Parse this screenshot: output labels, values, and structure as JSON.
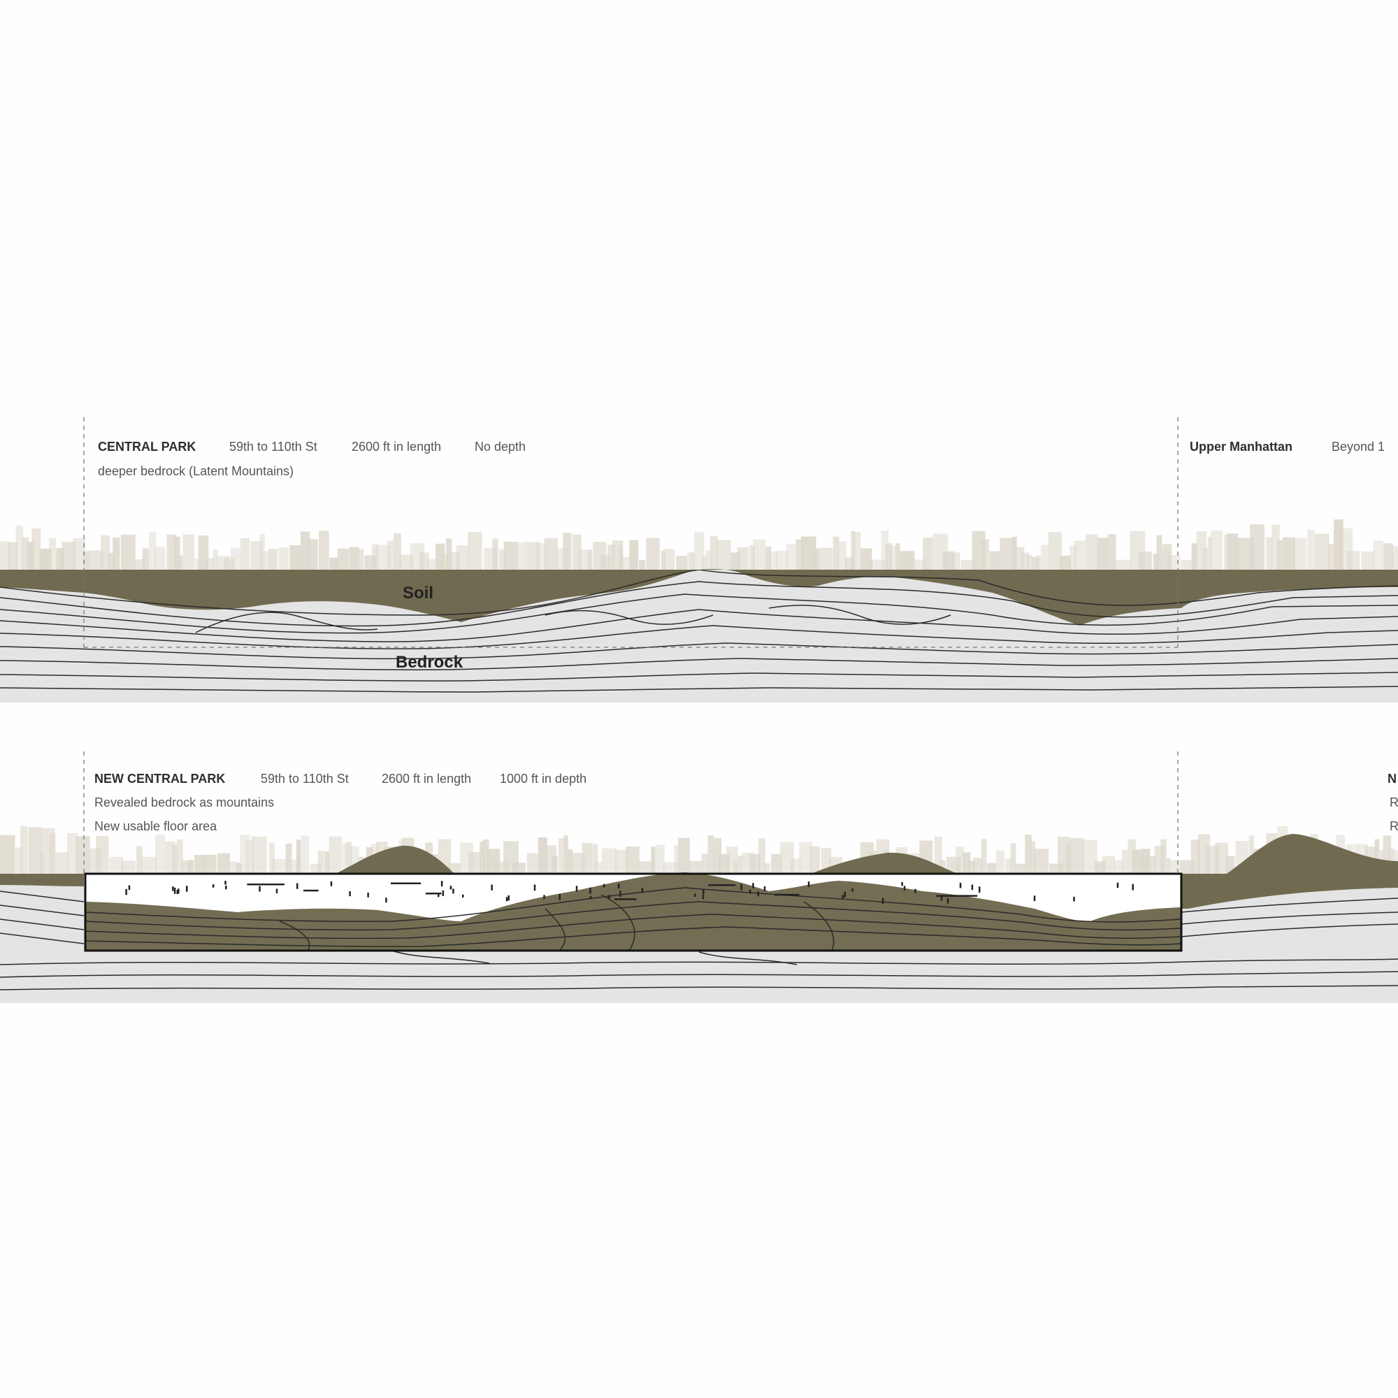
{
  "colors": {
    "soil": "#706a50",
    "bedrock": "#e4e4e4",
    "skyline": "#ddd8cc",
    "strata_line": "#2a2a2a",
    "background": "#fefefe"
  },
  "section1": {
    "park_name": "CENTRAL PARK",
    "streets": "59th to 110th St",
    "length": "2600 ft  in length",
    "depth": "No depth",
    "note": "deeper bedrock (Latent Mountains)",
    "right_name": "Upper Manhattan",
    "right_detail": "Beyond 1",
    "soil_label": "Soil",
    "bedrock_label": "Bedrock"
  },
  "section2": {
    "park_name": "NEW CENTRAL  PARK",
    "streets": "59th to 110th St",
    "length": "2600 ft in length",
    "depth": "1000 ft in depth",
    "note1": "Revealed bedrock as mountains",
    "note2": "New usable floor area",
    "right_cut_1": "N",
    "right_cut_2": "R",
    "right_cut_3": "R"
  }
}
